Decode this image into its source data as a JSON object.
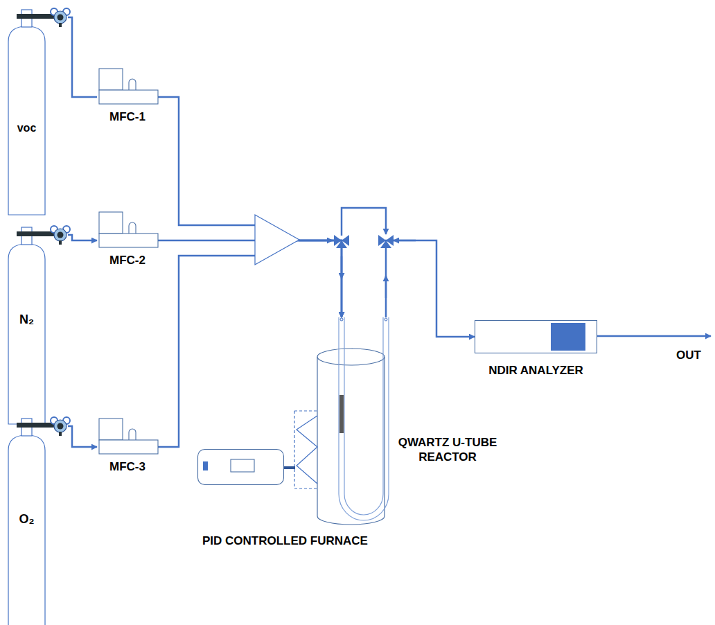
{
  "diagram": {
    "nodes": [
      {
        "text": [
          "voc"
        ]
      },
      {
        "text": [
          "MFC-1"
        ]
      },
      {
        "text": [
          "N₂"
        ]
      },
      {
        "text": [
          "MFC-2"
        ]
      },
      {
        "text": [
          "O₂"
        ]
      },
      {
        "text": [
          "MFC-3"
        ]
      },
      {
        "text": [
          "PID CONTROLLED FURNACE"
        ]
      },
      {
        "text": [
          "QWARTZ U-TUBE REACTOR"
        ]
      },
      {
        "text": [
          "NDIR ANALYZER"
        ]
      }
    ],
    "edges": [
      {
        "from": 0,
        "to": 1,
        "arrow": "none"
      },
      {
        "from": 2,
        "to": 3,
        "arrow": "to"
      },
      {
        "from": 4,
        "to": 5,
        "arrow": "to"
      },
      {
        "from": 1,
        "to": 7,
        "arrow": "to"
      },
      {
        "from": 3,
        "to": 7,
        "arrow": "to"
      },
      {
        "from": 5,
        "to": 7,
        "arrow": "to"
      },
      {
        "from": 7,
        "to": 8,
        "arrow": "to"
      }
    ],
    "labels": [
      "OUT"
    ]
  }
}
